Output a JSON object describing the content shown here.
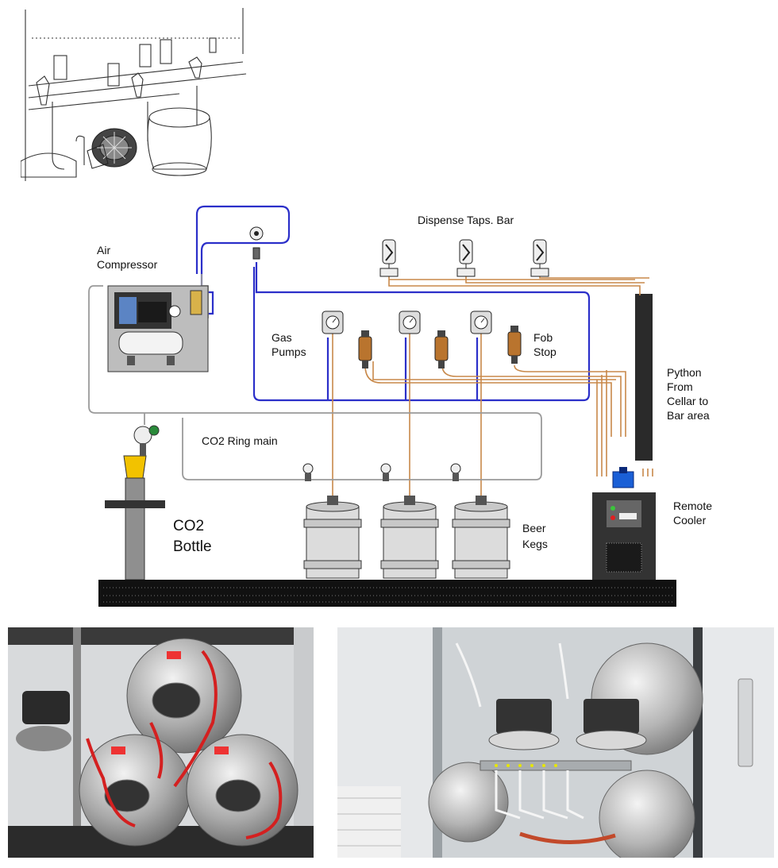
{
  "labels": {
    "dispense_taps": "Dispense Taps. Bar",
    "air_compressor": [
      "Air",
      "Compressor"
    ],
    "gas_pumps": [
      "Gas",
      "Pumps"
    ],
    "fob_stop": [
      "Fob",
      "Stop"
    ],
    "python": [
      "Python",
      "From",
      "Cellar to",
      "Bar area"
    ],
    "co2_ring_main": "CO2 Ring main",
    "co2_bottle": [
      "CO2",
      "Bottle"
    ],
    "beer_kegs": [
      "Beer",
      "Kegs"
    ],
    "remote_cooler": [
      "Remote",
      "Cooler"
    ]
  },
  "colors": {
    "gas_line": "#2b2fc9",
    "beer_line": "#c8894a",
    "co2_ring": "#9a9a9a",
    "python": "#2a2a2a",
    "cellar_floor": "#111111",
    "keg_body": "#dcdcdc",
    "compressor_body": "#bdbdbd"
  }
}
